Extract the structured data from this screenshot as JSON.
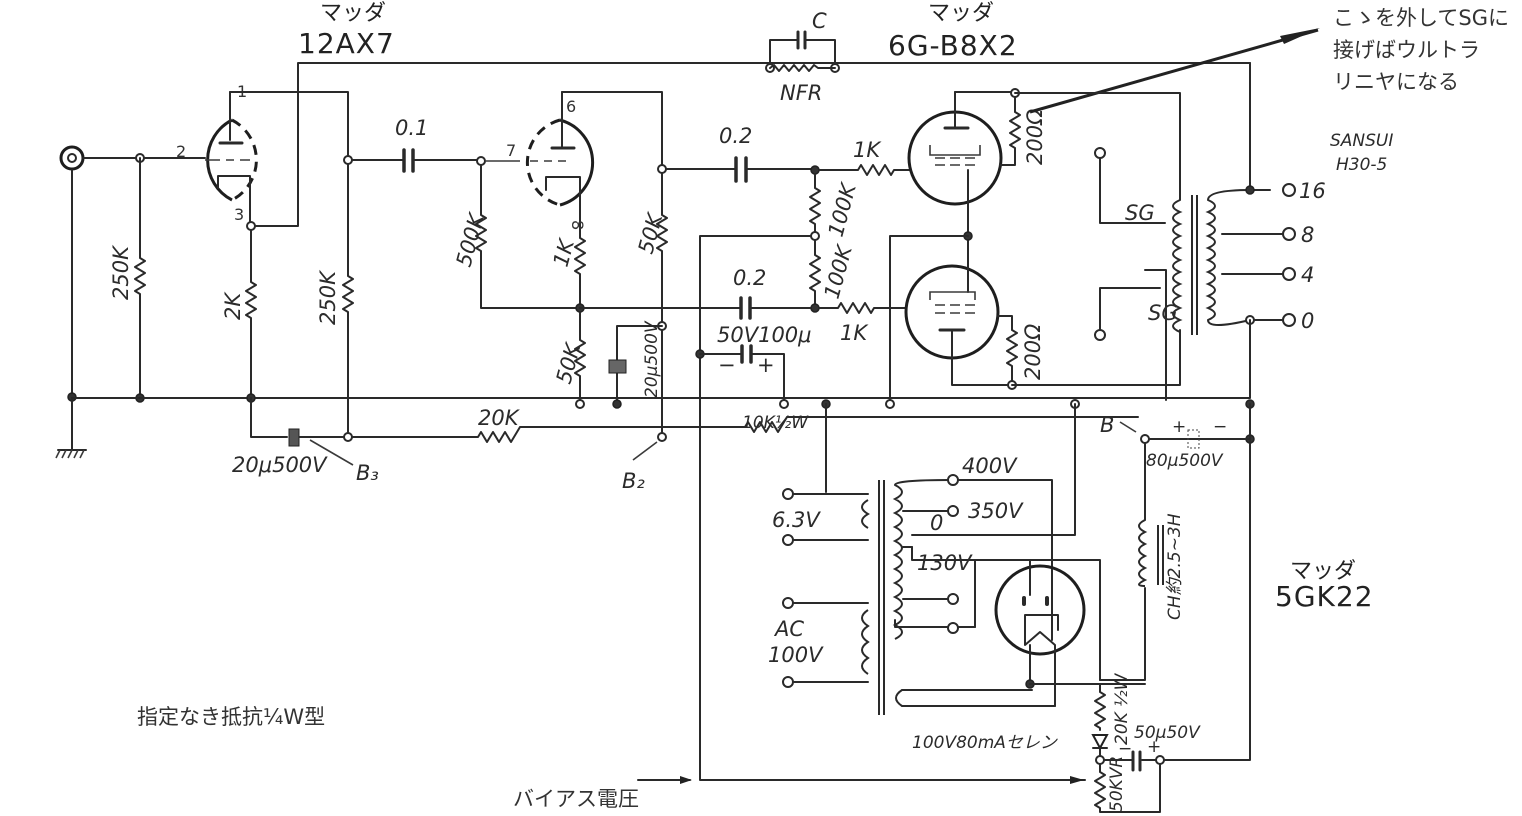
{
  "tubes": {
    "v1": {
      "maker": "マッダ",
      "type": "12AX7",
      "pins": {
        "plate": "1",
        "grid": "2",
        "cathode": "3"
      }
    },
    "v2_pins": {
      "plate": "6",
      "grid": "7",
      "cathode": "8"
    },
    "output": {
      "maker": "マッダ",
      "type": "6G-B8X2"
    },
    "rectifier": {
      "maker": "マッダ",
      "type": "5GK22"
    }
  },
  "components": {
    "r_input": "250K",
    "r_cathode1": "2K",
    "r_plate1": "250K",
    "c_coupling1": "0.1",
    "r_grid2": "500K",
    "r_cathode2": "1K",
    "r_cathode2_lower": "50K",
    "r_plate2": "50K",
    "c_decoup2": "20μ500V",
    "c_coupling_top": "0.2",
    "c_coupling_bot": "0.2",
    "r_grid_top": "100K",
    "r_grid_bot": "100K",
    "r_grid_stop_top": "1K",
    "r_grid_stop_bot": "1K",
    "c_bias_bypass": "50V100μ",
    "c_bias_bypass_minus": "−",
    "c_bias_bypass_plus": "+",
    "r_screen_top": "200Ω",
    "r_screen_bot": "200Ω",
    "nfb_cap": "C",
    "nfb_res": "NFR",
    "r_dropper": "20K",
    "c_b3": "20μ500V",
    "r_10k": "10K½W",
    "c_filter": "80μ500V",
    "c_filter_plus": "+",
    "c_filter_minus": "−",
    "choke": "CH約2.5~3H",
    "r_bias": "20K ½W",
    "c_bias": "50μ50V",
    "c_bias_minus": "−",
    "c_bias_plus": "+",
    "vr_bias": "50KVR",
    "selenium": "100V80mAセレン"
  },
  "nodes": {
    "b": "B",
    "b2": "B₂",
    "b3": "B₃"
  },
  "output_transformer": {
    "brand": "SANSUI",
    "model": "H30-5",
    "sg_top": "SG",
    "sg_bottom": "SG",
    "taps": [
      "16",
      "8",
      "4",
      "0"
    ]
  },
  "power_transformer": {
    "heater": "6.3V",
    "ac_in": [
      "AC",
      "100V"
    ],
    "taps": [
      "400V",
      "350V",
      "0",
      "130V"
    ]
  },
  "notes": {
    "ultralinear": [
      "こゝを外してSGに",
      "接げばウルトラ",
      "リニヤになる"
    ],
    "resistors": "指定なき抵抗¼W型",
    "bias": "バイアス電圧"
  }
}
